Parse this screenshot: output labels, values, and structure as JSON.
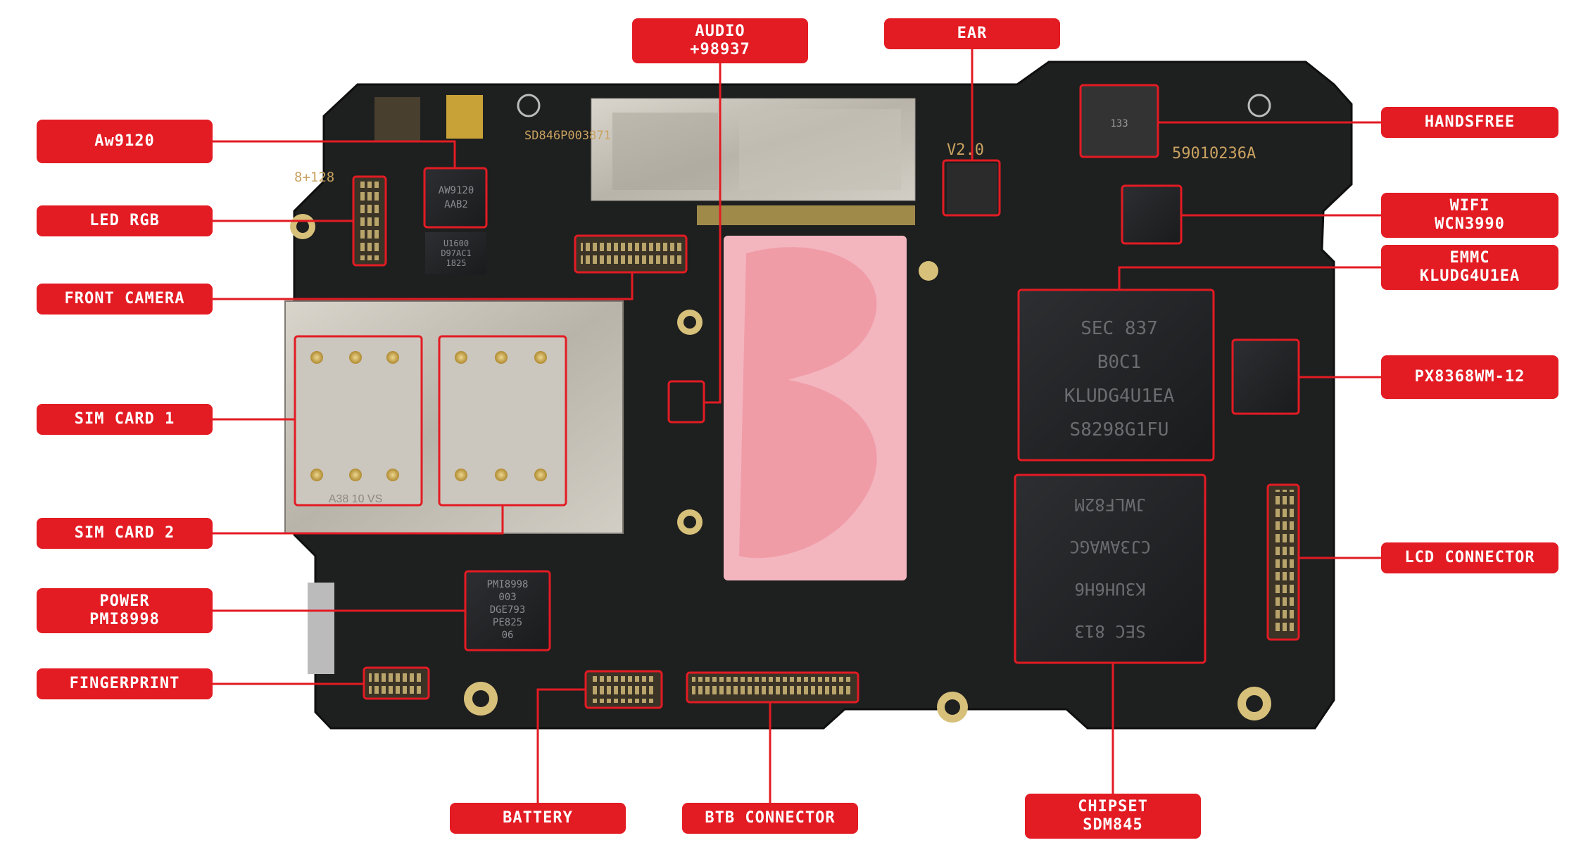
{
  "brand": {
    "accent": "#e31b23",
    "board": "#1d1d1d",
    "text": "#ffffff"
  },
  "board_markings": {
    "left_code": "8+128",
    "serial": "SD846P003871",
    "rev": "V2.0",
    "part_no": "59010236A",
    "aw_chip": [
      "AW9120",
      "AAB2"
    ],
    "hint_chip": [
      "U1600",
      "D97AC1",
      "1825"
    ],
    "emmc_chip": [
      "SEC 837",
      "B0C1",
      "KLUDG4U1EA",
      "S8298G1FU"
    ],
    "soc_chip": [
      "JWLF82M",
      "CJ3AWAGC",
      "K3UH6H6",
      "SEC 813"
    ],
    "pmic_chip": [
      "PMI8998",
      "003",
      "DGE793",
      "PE825",
      "06"
    ],
    "sim_mark": "A38 10 VS",
    "ic_small": "133"
  },
  "labels": {
    "aw9120": [
      "Aw9120"
    ],
    "led_rgb": [
      "LED RGB"
    ],
    "front_camera": [
      "FRONT CAMERA"
    ],
    "sim1": [
      "SIM CARD 1"
    ],
    "sim2": [
      "SIM CARD 2"
    ],
    "power": [
      "POWER",
      "PMI8998"
    ],
    "fingerprint": [
      "FINGERPRINT"
    ],
    "audio": [
      "AUDIO",
      "+98937"
    ],
    "ear": [
      "EAR"
    ],
    "handsfree": [
      "HANDSFREE"
    ],
    "wifi": [
      "WIFI",
      "WCN3990"
    ],
    "emmc": [
      "EMMC",
      "KLUDG4U1EA"
    ],
    "px": [
      "PX8368WM-12"
    ],
    "lcd": [
      "LCD CONNECTOR"
    ],
    "battery": [
      "BATTERY"
    ],
    "btb": [
      "BTB CONNECTOR"
    ],
    "chipset": [
      "CHIPSET",
      "SDM845"
    ]
  }
}
